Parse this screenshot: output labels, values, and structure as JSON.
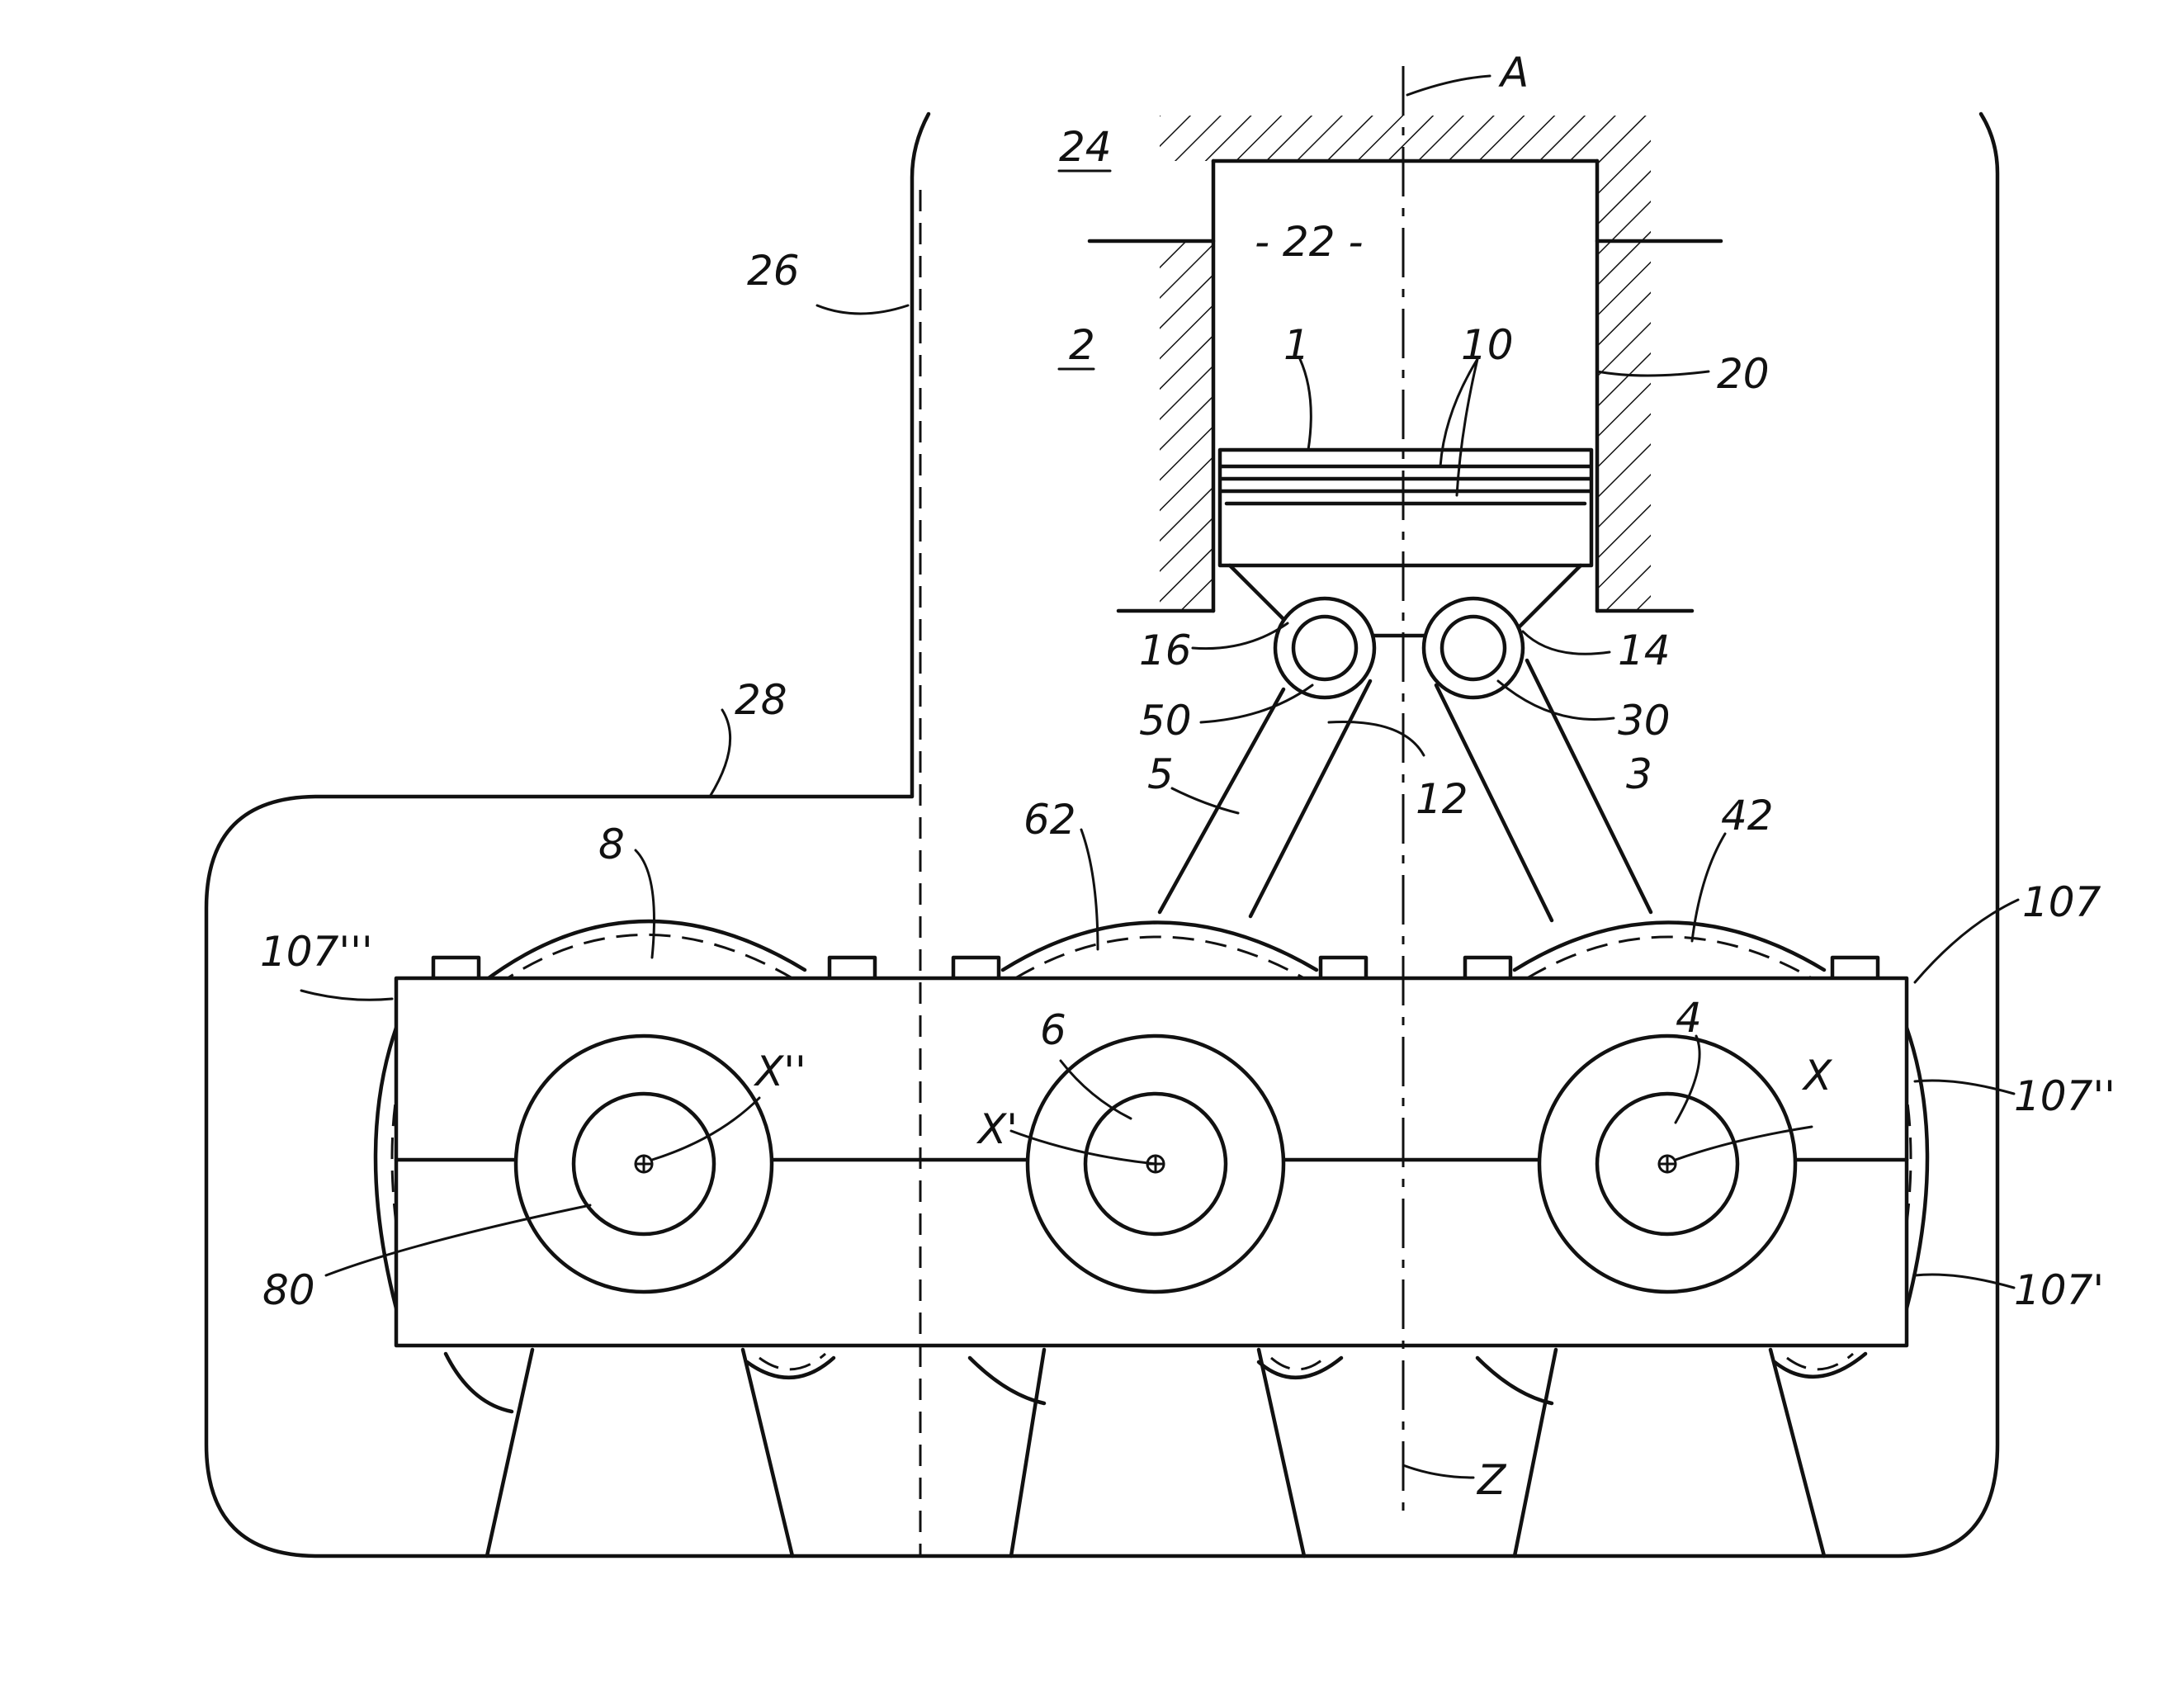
{
  "figure": {
    "labels": {
      "axis_a": "A",
      "axis_z": "Z",
      "l24": "24",
      "l22": "- 22 -",
      "l2": "2",
      "l26": "26",
      "l1": "1",
      "l10": "10",
      "l20": "20",
      "l16": "16",
      "l14": "14",
      "l50": "50",
      "l30": "30",
      "l12": "12",
      "l28": "28",
      "l5": "5",
      "l3": "3",
      "l62": "62",
      "l42": "42",
      "l8": "8",
      "l107": "107",
      "l107iii": "107'''",
      "l107ii": "107''",
      "l107i": "107'",
      "l6": "6",
      "l4": "4",
      "lxii": "X''",
      "lxi": "X'",
      "lx": "X",
      "l80": "80"
    }
  }
}
